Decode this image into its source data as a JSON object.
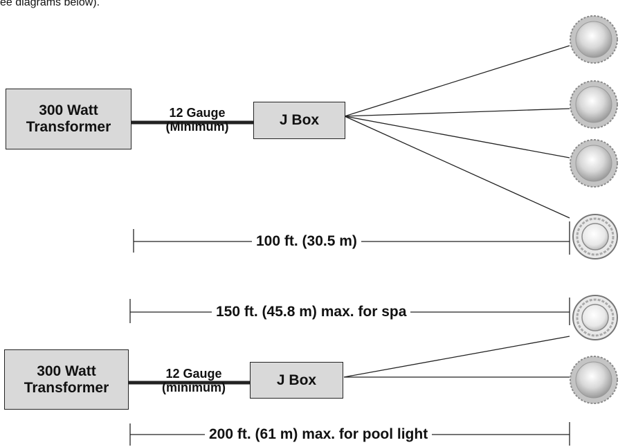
{
  "intro_text": "ee diagrams below).",
  "diagram_top": {
    "transformer_line1": "300 Watt",
    "transformer_line2": "Transformer",
    "gauge_line1": "12 Gauge",
    "gauge_line2": "(Minimum)",
    "jbox": "J Box",
    "distance": "100 ft. (30.5 m)"
  },
  "diagram_bottom": {
    "distance_spa": "150 ft. (45.8 m) max. for spa",
    "transformer_line1": "300 Watt",
    "transformer_line2": "Transformer",
    "gauge_line1": "12 Gauge",
    "gauge_line2": "(minimum)",
    "jbox": "J Box",
    "distance_pool": "200 ft. (61 m) max. for pool light"
  },
  "colors": {
    "box_fill": "#d9d9d9",
    "line": "#222222"
  }
}
